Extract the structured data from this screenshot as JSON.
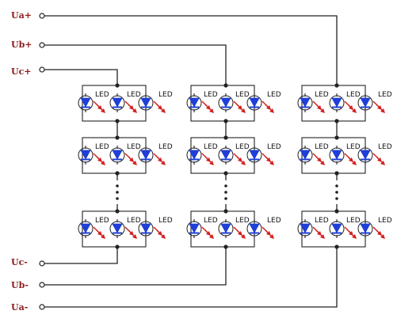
{
  "terminals": {
    "ua_plus": "Ua+",
    "ub_plus": "Ub+",
    "uc_plus": "Uc+",
    "uc_minus": "Uc-",
    "ub_minus": "Ub-",
    "ua_minus": "Ua-"
  },
  "led_label": "LED",
  "colors": {
    "wire": "#222222",
    "terminal_text": "#8b1a1a",
    "led_fill": "#1f3fd6",
    "arrow": "#d42020"
  }
}
